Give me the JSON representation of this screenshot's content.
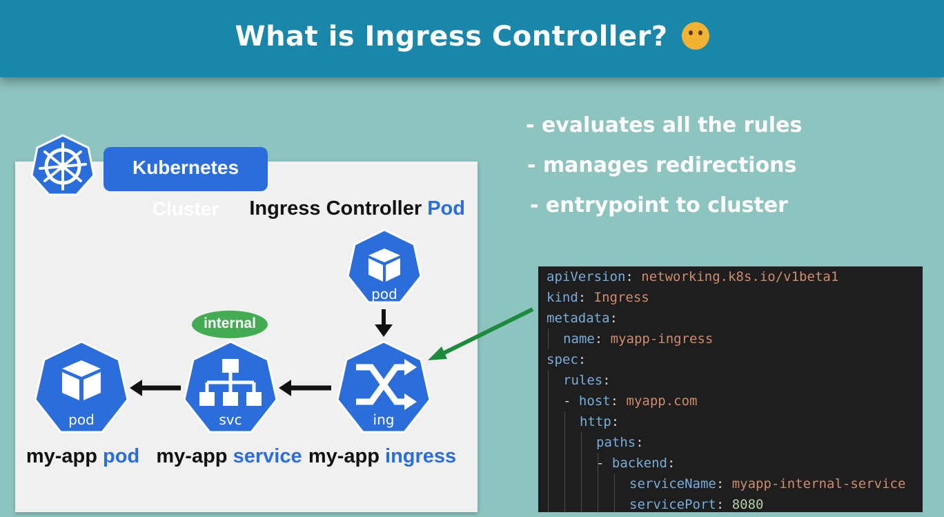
{
  "header": {
    "title": "What is Ingress Controller?",
    "emoji": "thinking-face-icon"
  },
  "bullets": [
    "- evaluates all the rules",
    "- manages redirections",
    "- entrypoint to cluster"
  ],
  "cluster": {
    "logo": "kubernetes-helm-icon",
    "label": "Kubernetes Cluster",
    "controller_title_prefix": "Ingress Controller",
    "controller_title_suffix": "Pod",
    "controller_pod_label": "pod",
    "ingress_label": "ing",
    "service_label": "svc",
    "pod_label": "pod",
    "internal_badge": "internal",
    "captions": {
      "ingress_prefix": "my-app",
      "ingress_suffix": "ingress",
      "service_prefix": "my-app",
      "service_suffix": "service",
      "pod_prefix": "my-app",
      "pod_suffix": "pod"
    }
  },
  "yaml": {
    "l1_key": "apiVersion",
    "l1_val": "networking.k8s.io/v1beta1",
    "l2_key": "kind",
    "l2_val": "Ingress",
    "l3_key": "metadata",
    "l4_key": "name",
    "l4_val": "myapp-ingress",
    "l5_key": "spec",
    "l6_key": "rules",
    "l7_dash": "- ",
    "l7_key": "host",
    "l7_val": "myapp.com",
    "l8_key": "http",
    "l9_key": "paths",
    "l10_dash": "- ",
    "l10_key": "backend",
    "l11_key": "serviceName",
    "l11_val": "myapp-internal-service",
    "l12_key": "servicePort",
    "l12_val": "8080"
  },
  "colors": {
    "header_bg": "#1a86aa",
    "background": "#8ec4c0",
    "k8s_blue": "#2b6edb",
    "badge_green": "#43ac52",
    "pointer_arrow": "#1d8a3e"
  }
}
